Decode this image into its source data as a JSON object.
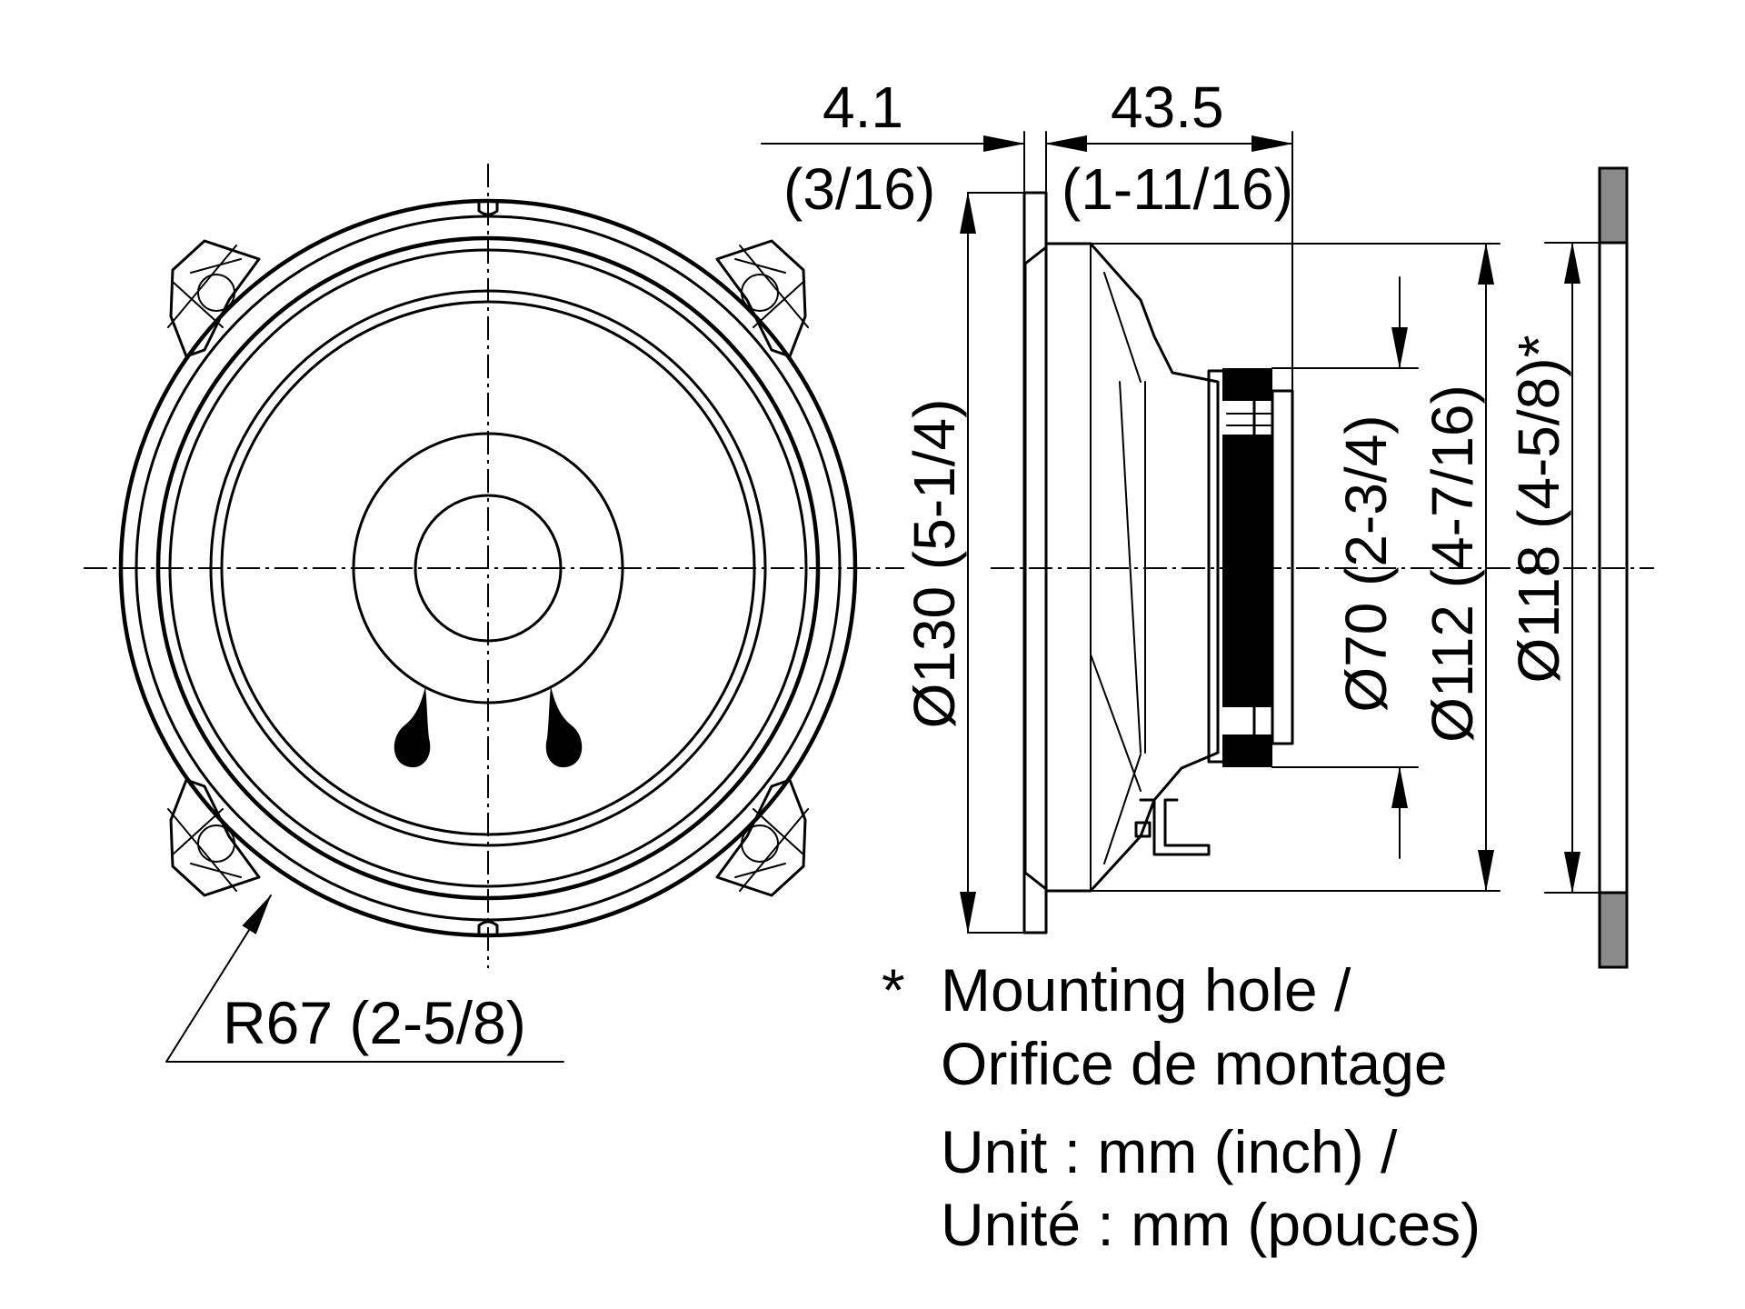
{
  "colors": {
    "line": "#000000",
    "background": "#ffffff",
    "flange_hatch": "#8a8a8a"
  },
  "dimensions": {
    "flange_thickness": {
      "mm": "4.1",
      "inch": "(3/16)"
    },
    "depth": {
      "mm": "43.5",
      "inch": "(1-11/16)"
    },
    "outer_diameter": "Ø130 (5-1/4)",
    "magnet_diameter": "Ø70 (2-3/4)",
    "frame_diameter": "Ø112 (4-7/16)",
    "mounting_hole_diameter": "Ø118 (4-5/8)*",
    "corner_radius": "R67 (2-5/8)"
  },
  "notes": {
    "asterisk": "*",
    "mounting_hole_en": "Mounting hole /",
    "mounting_hole_fr": "Orifice de montage",
    "unit_en": "Unit : mm (inch) /",
    "unit_fr": "Unité : mm (pouces)"
  }
}
